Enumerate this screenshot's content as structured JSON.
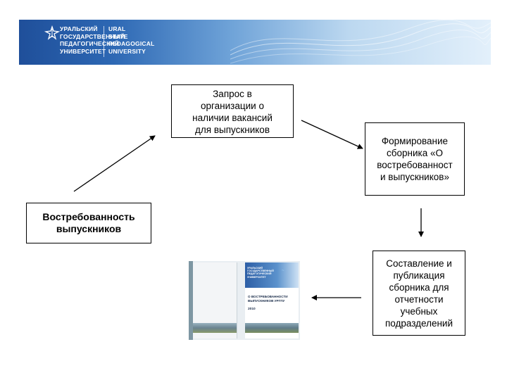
{
  "banner": {
    "ru_name": [
      "УРАЛЬСКИЙ",
      "ГОСУДАРСТВЕННЫЙ",
      "ПЕДАГОГИЧЕСКИЙ",
      "УНИВЕРСИТЕТ"
    ],
    "en_name": [
      "URAL",
      "STATE",
      "PEDAGOGICAL",
      "UNIVERSITY"
    ]
  },
  "nodes": {
    "request": [
      "Запрос в",
      "организации о",
      "наличии вакансий",
      "для выпускников"
    ],
    "demand": [
      "Востребованность",
      "выпускников"
    ],
    "form": [
      "Формирование",
      "сборника «О",
      "востребованност",
      "и выпускников»"
    ],
    "publish": [
      "Составление и",
      "публикация",
      "сборника для",
      "отчетности",
      "учебных",
      "подразделений"
    ]
  },
  "book_cover": {
    "logo_lines": [
      "УРАЛЬСКИЙ",
      "ГОСУДАРСТВЕННЫЙ",
      "ПЕДАГОГИЧЕСКИЙ",
      "УНИВЕРСИТЕТ"
    ],
    "title": "О ВОСТРЕБОВАННОСТИ ВЫПУСКНИКОВ УРГПУ",
    "year": "2010"
  },
  "colors": {
    "banner_dark": "#1f4f9a",
    "banner_light": "#e3f0fb",
    "line": "#000000"
  }
}
